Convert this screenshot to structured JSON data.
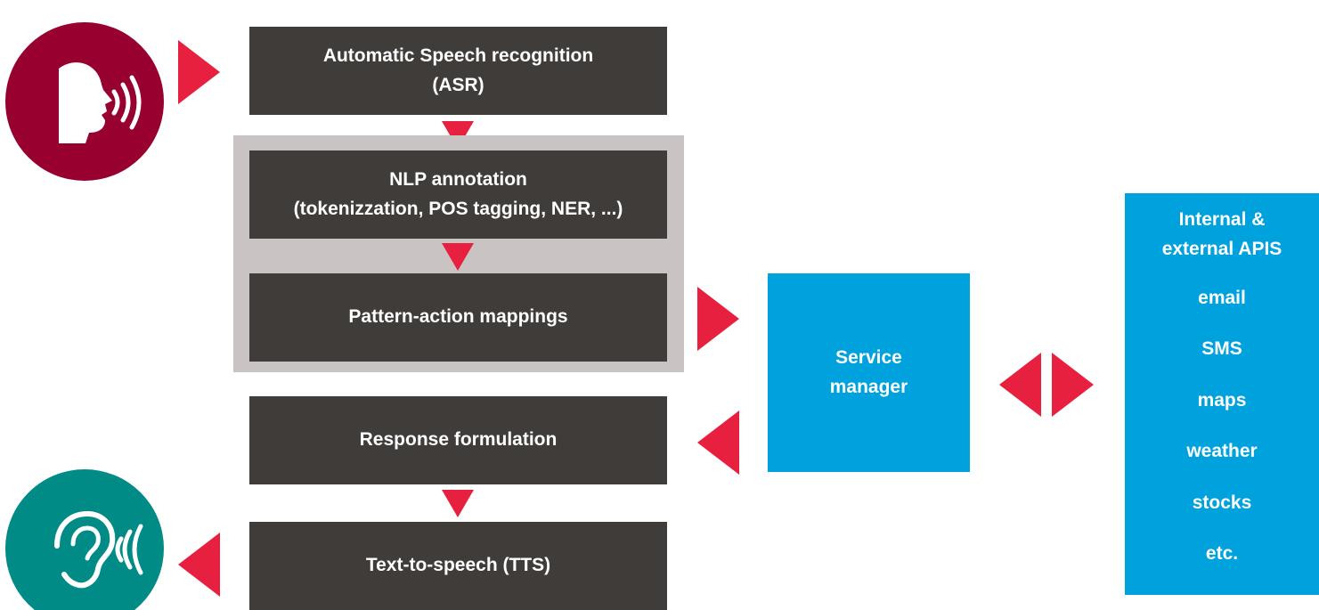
{
  "pipeline": {
    "asr": {
      "line1": "Automatic Speech recognition",
      "line2": "(ASR)"
    },
    "nlp": {
      "line1": "NLP annotation",
      "line2": "(tokenizzation, POS tagging, NER, ...)"
    },
    "pattern": {
      "label": "Pattern-action mappings"
    },
    "response": {
      "label": "Response formulation"
    },
    "tts": {
      "label": "Text-to-speech (TTS)"
    }
  },
  "service_manager": {
    "line1": "Service",
    "line2": "manager"
  },
  "apis": {
    "title_line1": "Internal &",
    "title_line2": "external APIS",
    "items": [
      "email",
      "SMS",
      "maps",
      "weather",
      "stocks",
      "etc."
    ]
  },
  "colors": {
    "dark_box": "#3f3c3a",
    "blue_box": "#00a2de",
    "group_bg": "#c9c4c3",
    "arrow": "#e8203f",
    "speaker_circle": "#97002f",
    "listener_circle": "#008b86"
  },
  "icons": {
    "speaker": "speaking-head-icon",
    "listener": "ear-listening-icon"
  }
}
